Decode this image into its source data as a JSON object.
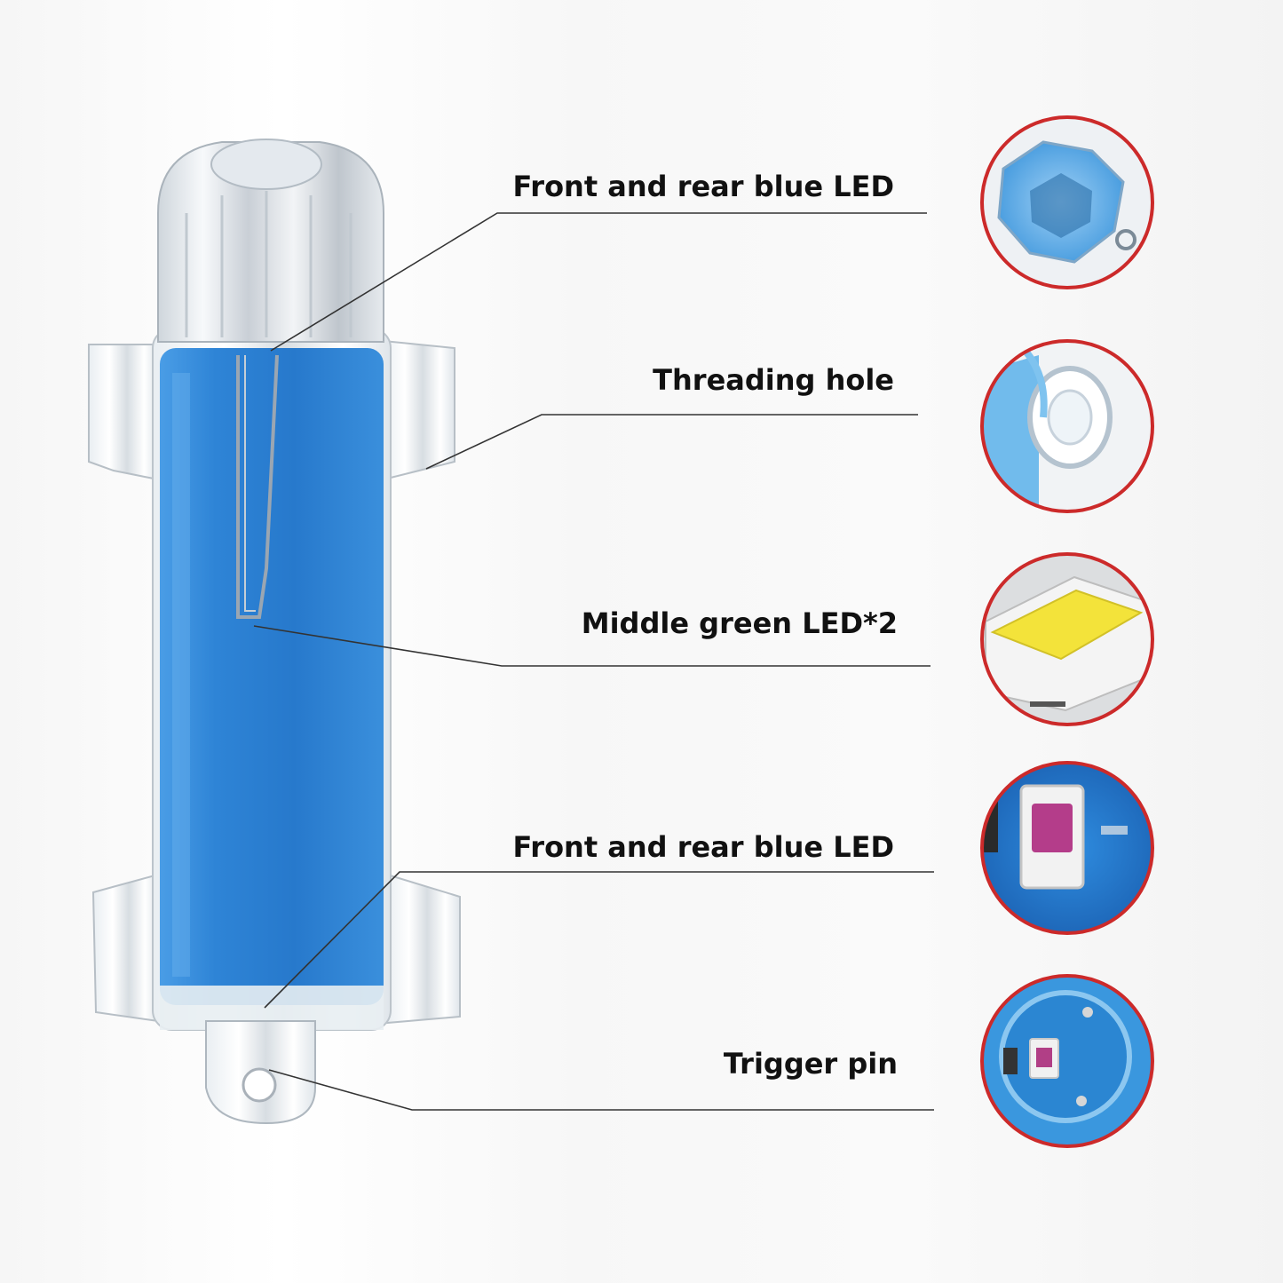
{
  "callouts": [
    {
      "label": "Front and rear blue LED"
    },
    {
      "label": "Threading hole"
    },
    {
      "label": "Middle green LED*2"
    },
    {
      "label": "Front and rear blue LED"
    },
    {
      "label": "Trigger pin"
    }
  ],
  "colors": {
    "blue_body": "#2f86d8",
    "circle_border": "#cc2a2a",
    "leader_line": "#333333",
    "label_text": "#111111"
  },
  "icons": [
    "led-dome-icon",
    "threading-hole-icon",
    "smd-led-chip-icon",
    "pcb-led-icon",
    "trigger-pin-icon"
  ]
}
